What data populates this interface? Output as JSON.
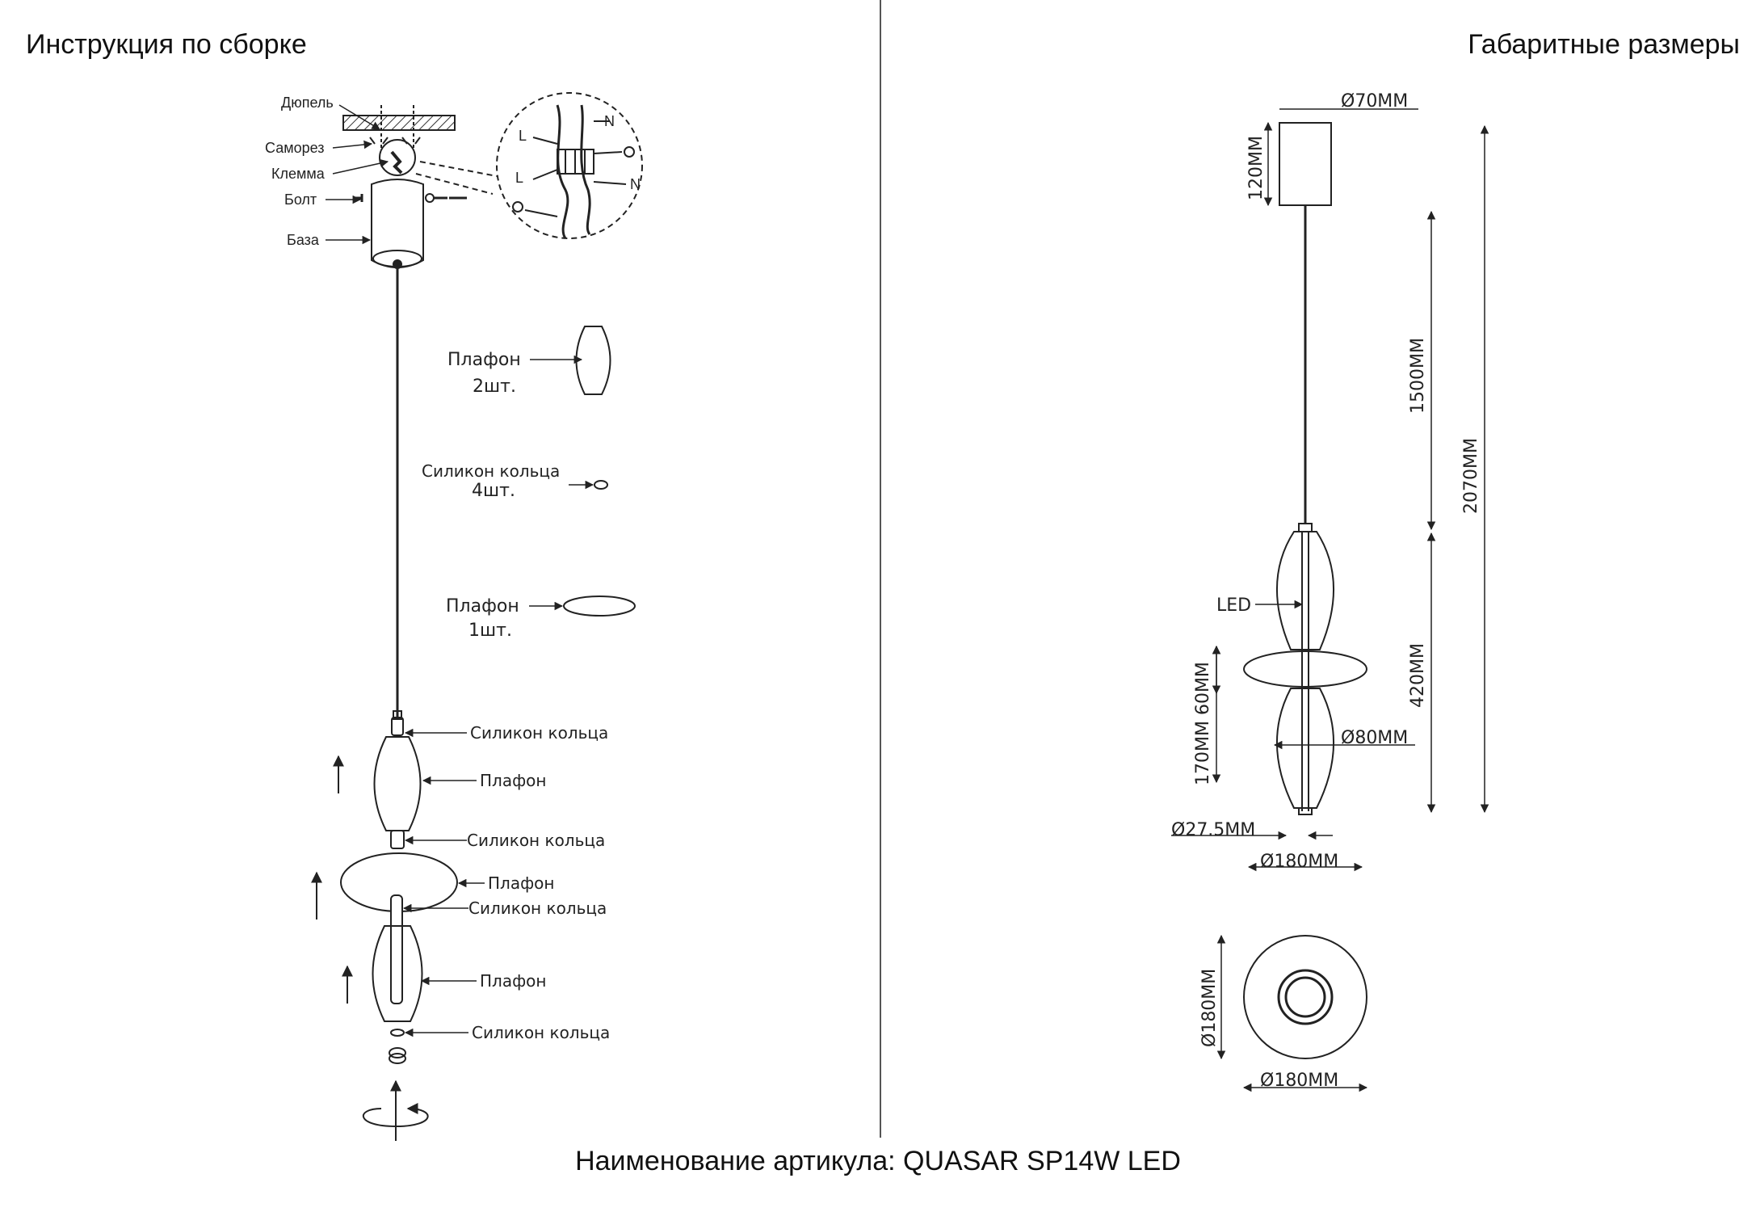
{
  "header": {
    "left_title": "Инструкция по сборке",
    "right_title": "Габаритные размеры"
  },
  "footer": {
    "article": "Наименование артикула: QUASAR SP14W LED"
  },
  "assembly": {
    "top_labels": {
      "dowel": "Дюпель",
      "screw": "Саморез",
      "terminal": "Клемма",
      "bolt": "Болт",
      "base": "База"
    },
    "wiring": {
      "n1": "N",
      "l1": "L",
      "l2": "L",
      "n2": "N"
    },
    "parts": {
      "shade_a_label": "Плафон",
      "shade_a_qty": "2шт.",
      "rings_label": "Силикон кольца",
      "rings_qty": "4шт.",
      "shade_b_label": "Плафон",
      "shade_b_qty": "1шт."
    },
    "stack_labels": {
      "ring_1": "Силикон кольца",
      "shade_1": "Плафон",
      "ring_2": "Силикон кольца",
      "shade_2": "Плафон",
      "ring_3": "Силикон кольца",
      "shade_3": "Плафон",
      "ring_4": "Силикон кольца"
    }
  },
  "dimensions": {
    "canopy_diameter": "Ø70MM",
    "canopy_height": "120MM",
    "cable_length": "1500MM",
    "total_height": "2070MM",
    "led_label": "LED",
    "body_height": "420MM",
    "left_dims": "170MM 60MM",
    "shade_diameter": "Ø80MM",
    "tube_diameter": "Ø27.5MM",
    "disc_diameter": "Ø180MM",
    "plan_height": "Ø180MM",
    "plan_width": "Ø180MM"
  }
}
